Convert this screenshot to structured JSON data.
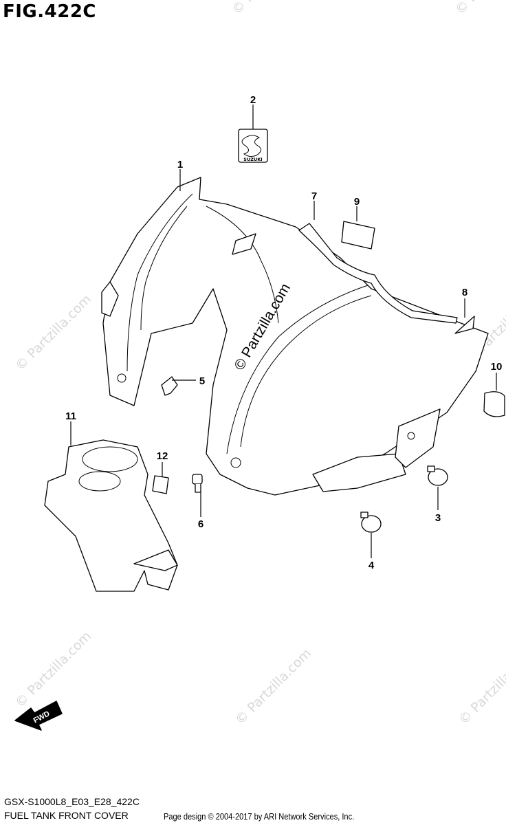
{
  "figure": {
    "title": "FIG.422C"
  },
  "callouts": [
    "1",
    "2",
    "3",
    "4",
    "5",
    "6",
    "7",
    "8",
    "9",
    "10",
    "11",
    "12"
  ],
  "logo": {
    "brand": "SUZUKI"
  },
  "watermark": {
    "text": "© Partzilla.com"
  },
  "direction": {
    "label": "FWD"
  },
  "footer": {
    "code": "GSX-S1000L8_E03_E28_422C",
    "name": "FUEL TANK FRONT COVER",
    "copyright": "Page design © 2004-2017 by ARI Network Services, Inc."
  }
}
